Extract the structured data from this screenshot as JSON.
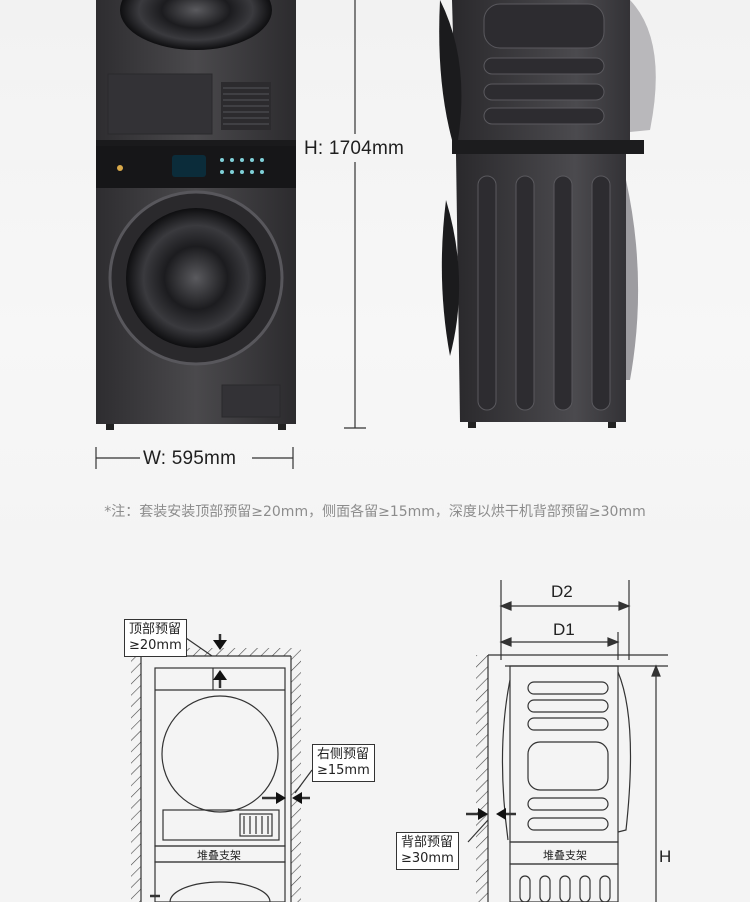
{
  "dimensions": {
    "height": "H: 1704mm",
    "width": "W: 595mm"
  },
  "note": "*注：套装安装顶部预留≥20mm，侧面各留≥15mm，深度以烘干机背部预留≥30mm",
  "diagram_front": {
    "top_clearance": [
      "顶部预留",
      "≥20mm"
    ],
    "side_clearance": [
      "右侧预留",
      "≥15mm"
    ],
    "rack_label": "堆叠支架"
  },
  "diagram_side": {
    "d2_label": "D2",
    "d1_label": "D1",
    "h_label": "H",
    "back_clearance": [
      "背部预留",
      "≥30mm"
    ],
    "rack_label": "堆叠支架"
  },
  "colors": {
    "machine_body": "#3b3a3d",
    "machine_dark": "#242326",
    "panel": "#161618",
    "accent_arrow": "#111111"
  }
}
